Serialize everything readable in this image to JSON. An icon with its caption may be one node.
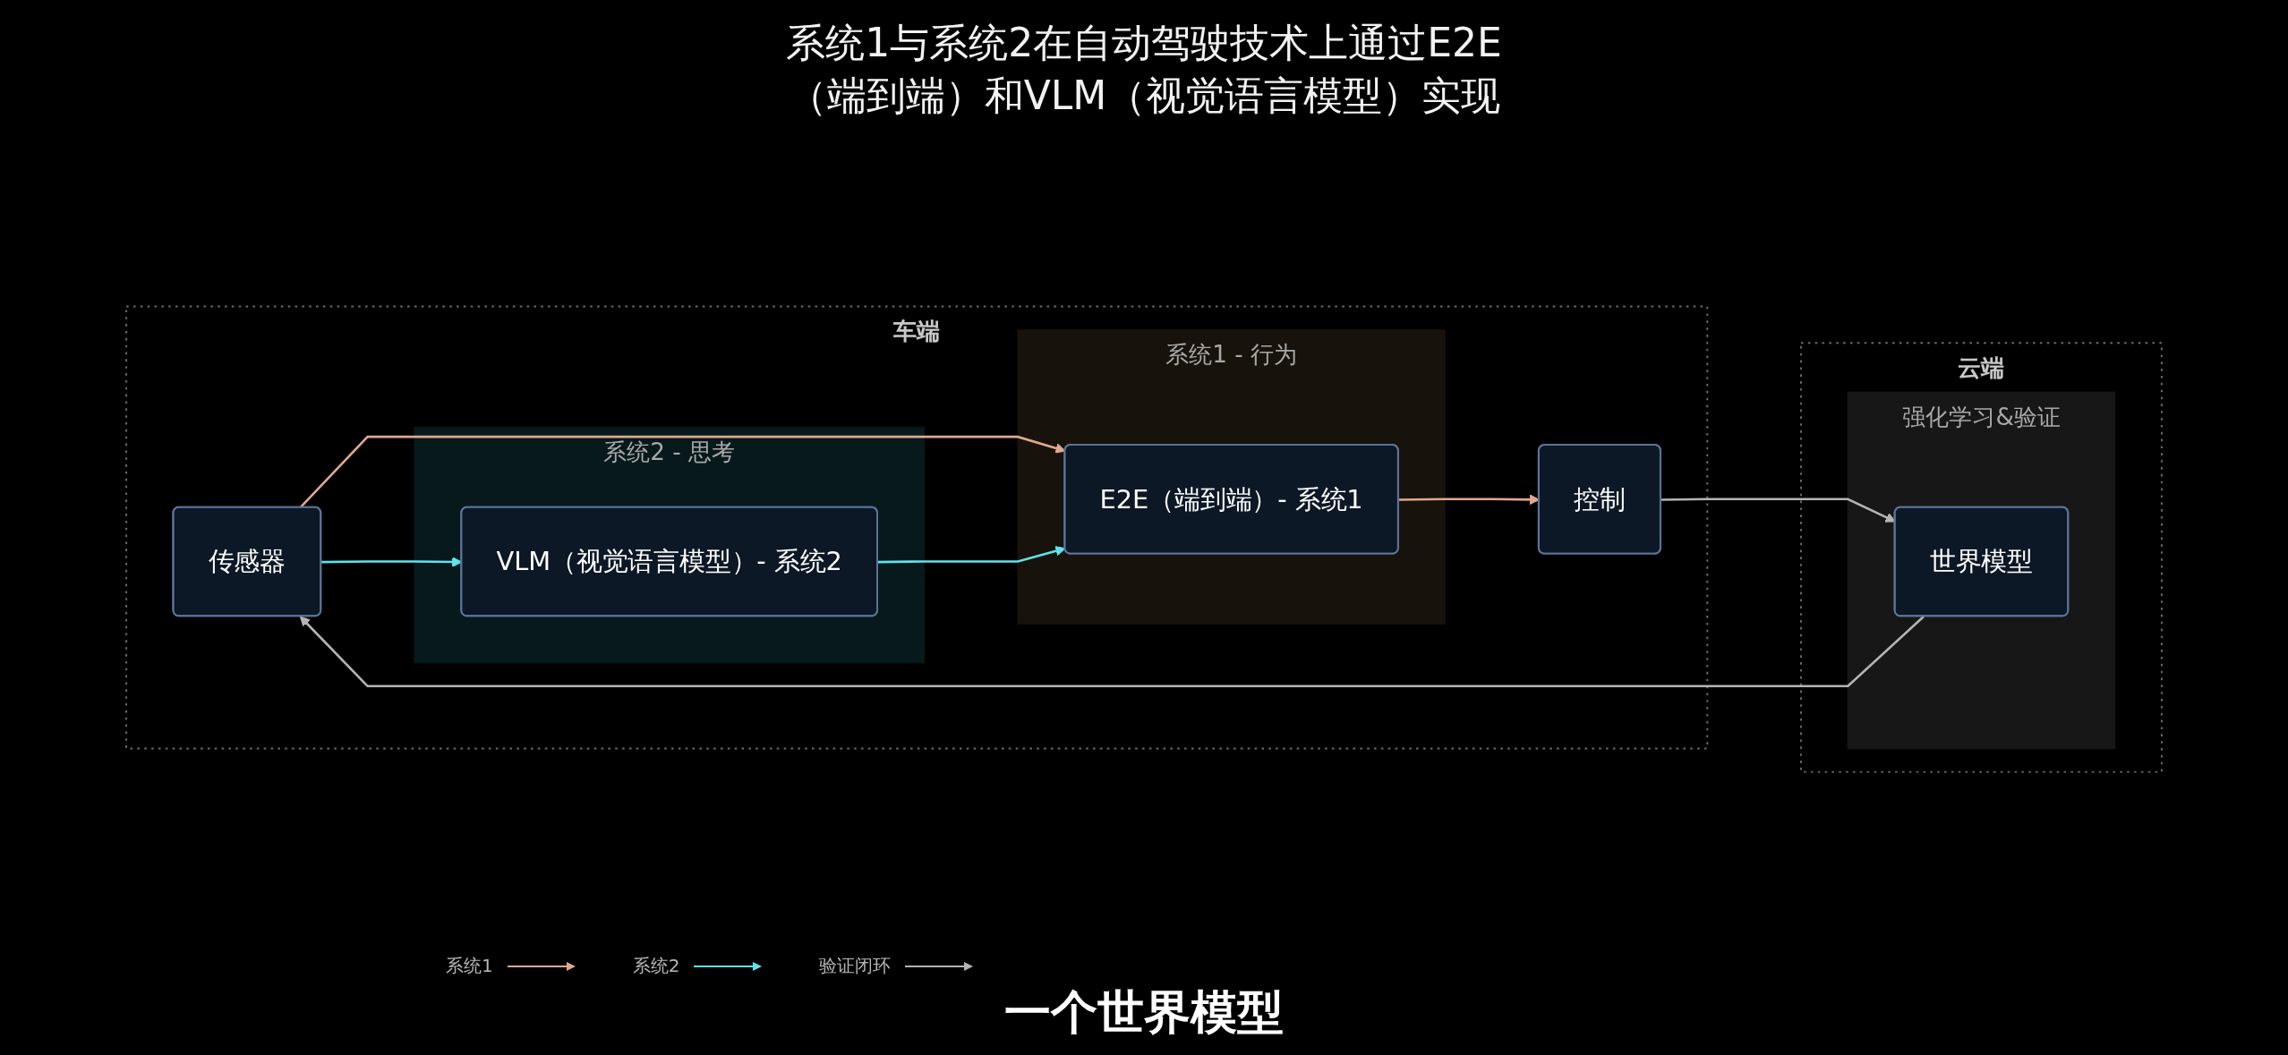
{
  "diagram": {
    "title": "系统1与系统2在自动驾驶技术上通过E2E（端到端）和VLM（视觉语言模型）实现",
    "caption": "一个世界模型",
    "nodes": [
      {
        "text": [
          "车端"
        ]
      },
      {
        "text": [
          "系统1 - 行为"
        ],
        "in": 0
      },
      {
        "text": [
          "传感器"
        ],
        "in": 0
      },
      {
        "text": [
          "E2E（端到端）- 系统1"
        ],
        "in": 1
      },
      {
        "text": [
          "控制"
        ],
        "in": 0
      },
      {
        "text": [
          "系统2 - 思考"
        ],
        "in": 0
      },
      {
        "text": [
          "VLM（视觉语言模型）- 系统2"
        ],
        "in": 5
      },
      {
        "text": [
          "云端"
        ]
      },
      {
        "text": [
          "强化学习&验证"
        ],
        "in": 7
      },
      {
        "text": [
          "世界模型"
        ],
        "in": 8
      }
    ],
    "edges": [
      {
        "from": 2,
        "to": 3,
        "arrow": "to",
        "color": "#e0a890"
      },
      {
        "from": 3,
        "to": 4,
        "arrow": "to",
        "color": "#e0a890"
      },
      {
        "from": 2,
        "to": 6,
        "arrow": "to",
        "color": "#5fe3ea"
      },
      {
        "from": 6,
        "to": 3,
        "arrow": "to",
        "color": "#5fe3ea"
      },
      {
        "from": 4,
        "to": 9,
        "arrow": "to",
        "color": "#b4b4b4"
      },
      {
        "from": 9,
        "to": 2,
        "arrow": "to",
        "color": "#b4b4b4"
      }
    ],
    "legend": [
      {
        "text": "系统1"
      },
      {
        "text": "系统2"
      },
      {
        "text": "验证闭环"
      }
    ]
  }
}
